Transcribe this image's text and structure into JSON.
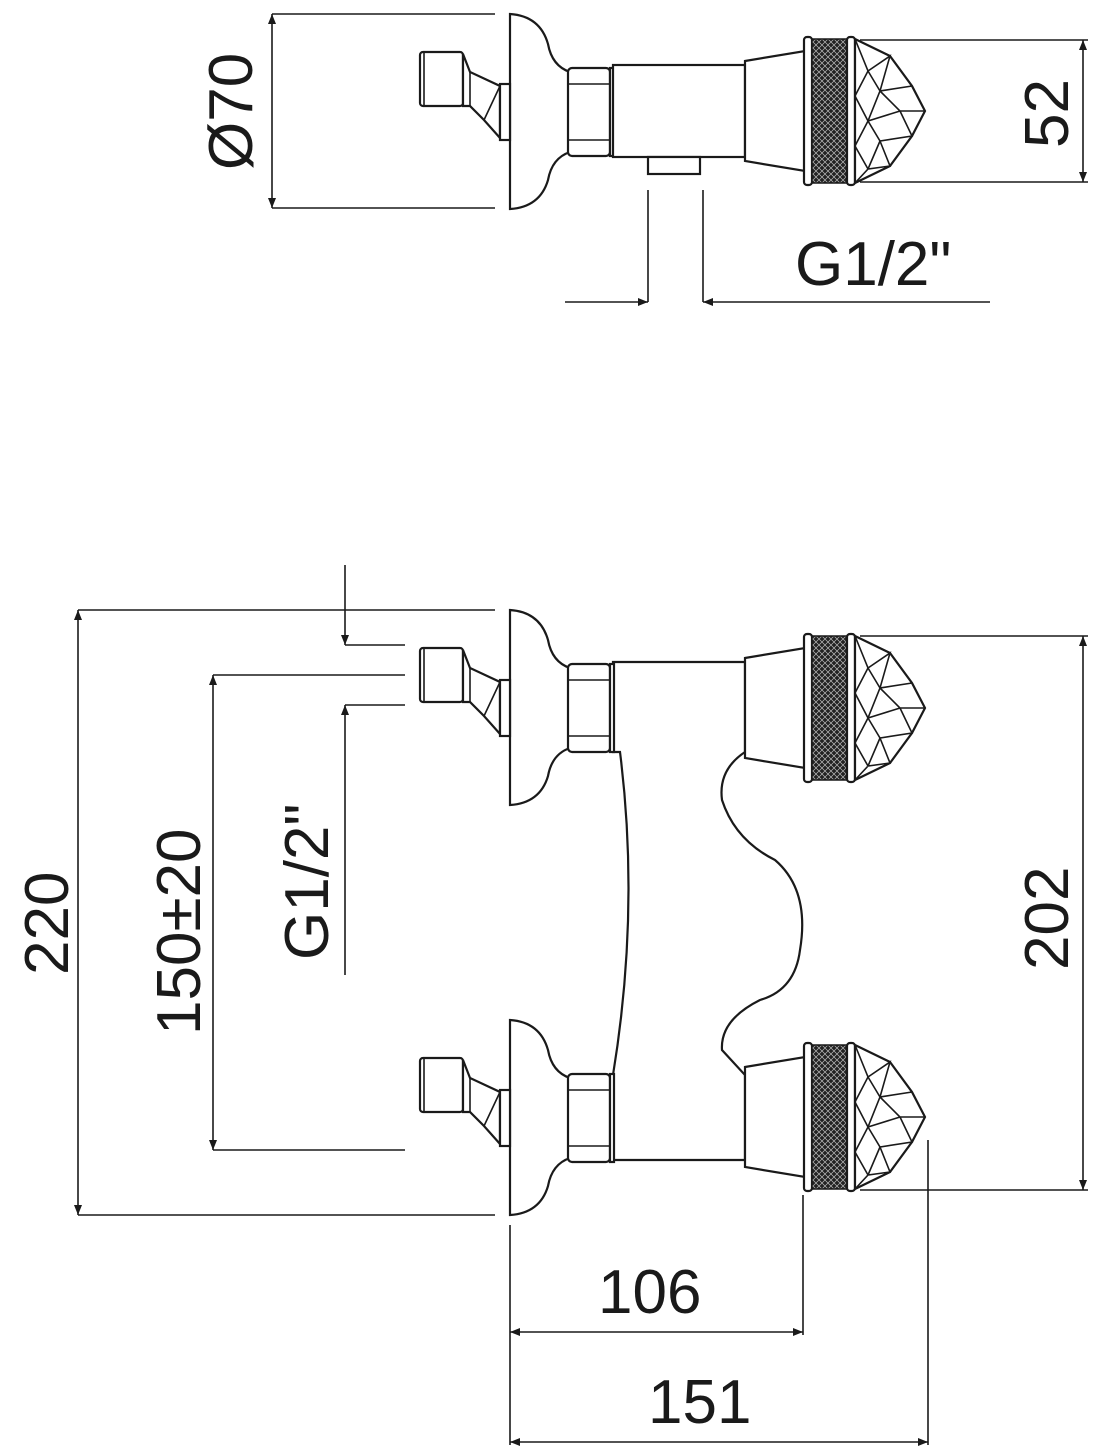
{
  "drawing": {
    "title": "Shower mixer technical drawing",
    "dimensions": {
      "flange_diameter": "Ø70",
      "knob_diameter": "52",
      "outlet_thread_top": "G1/2\"",
      "overall_height": "220",
      "inlet_spacing": "150±20",
      "inlet_thread": "G1/2\"",
      "knob_spacing": "202",
      "depth_to_knob": "106",
      "overall_depth": "151"
    }
  }
}
